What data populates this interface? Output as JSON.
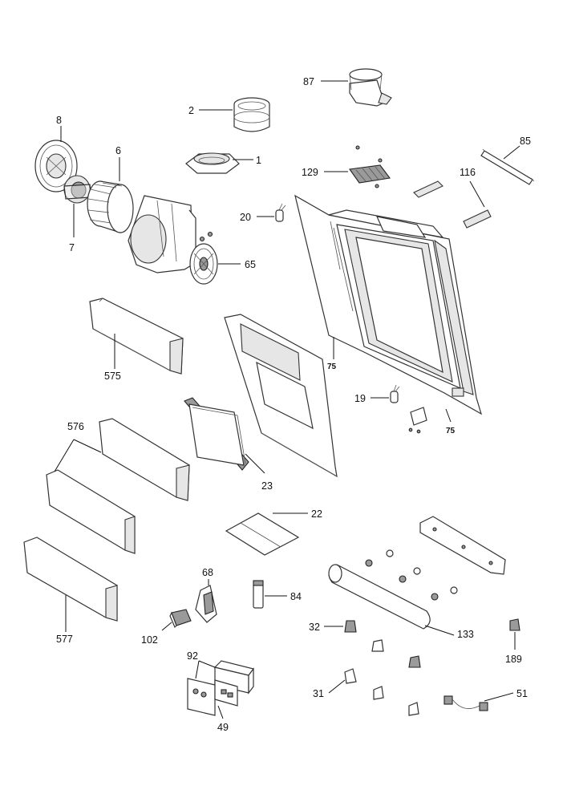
{
  "labels": {
    "p1": "1",
    "p2": "2",
    "p6": "6",
    "p7": "7",
    "p8": "8",
    "p19": "19",
    "p20": "20",
    "p22": "22",
    "p23": "23",
    "p31": "31",
    "p32": "32",
    "p49": "49",
    "p51": "51",
    "p65": "65",
    "p68": "68",
    "p75a": "75",
    "p75b": "75",
    "p84": "84",
    "p85": "85",
    "p87": "87",
    "p92": "92",
    "p102": "102",
    "p116": "116",
    "p129": "129",
    "p133": "133",
    "p189": "189",
    "p575": "575",
    "p576": "576",
    "p577": "577"
  }
}
